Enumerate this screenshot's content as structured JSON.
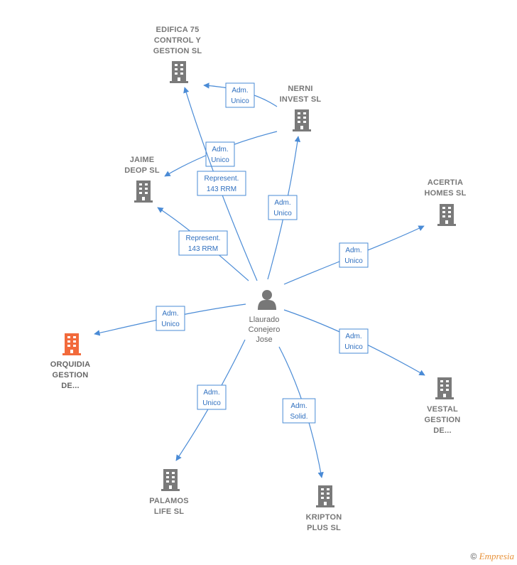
{
  "colors": {
    "edge": "#4a8bd6",
    "building": "#7a7a7a",
    "highlight_building": "#f26a3b",
    "person": "#777777"
  },
  "center": {
    "label_lines": [
      "Llaurado",
      "Conejero",
      "Jose"
    ]
  },
  "nodes": [
    {
      "id": "edifica",
      "label_lines": [
        "EDIFICA 75",
        "CONTROL Y",
        "GESTION  SL"
      ],
      "highlight": false
    },
    {
      "id": "nerni",
      "label_lines": [
        "NERNI",
        "INVEST  SL"
      ],
      "highlight": false
    },
    {
      "id": "jaime",
      "label_lines": [
        "JAIME",
        "DEOP  SL"
      ],
      "highlight": false
    },
    {
      "id": "acertia",
      "label_lines": [
        "ACERTIA",
        "HOMES  SL"
      ],
      "highlight": false
    },
    {
      "id": "orquidia",
      "label_lines": [
        "ORQUIDIA",
        "GESTION",
        "DE..."
      ],
      "highlight": true
    },
    {
      "id": "vestal",
      "label_lines": [
        "VESTAL",
        "GESTION",
        "DE..."
      ],
      "highlight": false
    },
    {
      "id": "palamos",
      "label_lines": [
        "PALAMOS",
        "LIFE  SL"
      ],
      "highlight": false
    },
    {
      "id": "kripton",
      "label_lines": [
        "KRIPTON",
        "PLUS  SL"
      ],
      "highlight": false
    }
  ],
  "edges": [
    {
      "id": "nerni-edifica",
      "label_lines": [
        "Adm.",
        "Unico"
      ]
    },
    {
      "id": "nerni-jaime",
      "label_lines": [
        "Adm.",
        "Unico"
      ]
    },
    {
      "id": "center-edifica",
      "label_lines": [
        "Represent.",
        "143 RRM"
      ]
    },
    {
      "id": "center-jaime",
      "label_lines": [
        "Represent.",
        "143 RRM"
      ]
    },
    {
      "id": "center-nerni",
      "label_lines": [
        "Adm.",
        "Unico"
      ]
    },
    {
      "id": "center-acertia",
      "label_lines": [
        "Adm.",
        "Unico"
      ]
    },
    {
      "id": "center-orquidia",
      "label_lines": [
        "Adm.",
        "Unico"
      ]
    },
    {
      "id": "center-vestal",
      "label_lines": [
        "Adm.",
        "Unico"
      ]
    },
    {
      "id": "center-palamos",
      "label_lines": [
        "Adm.",
        "Unico"
      ]
    },
    {
      "id": "center-kripton",
      "label_lines": [
        "Adm.",
        "Solid."
      ]
    }
  ],
  "footer": {
    "copyright": "©",
    "brand": "Empresia"
  }
}
